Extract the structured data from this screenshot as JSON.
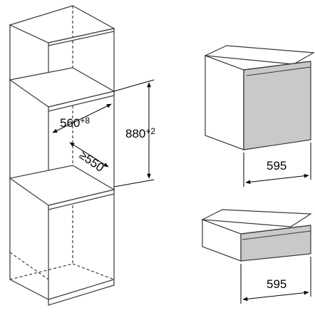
{
  "diagram": {
    "dimensions": {
      "niche_width_main": "560",
      "niche_width_tol": "+8",
      "niche_depth": "550",
      "niche_depth_prefix": "≥",
      "niche_height_main": "880",
      "niche_height_tol": "+2",
      "oven_width": "595",
      "drawer_width": "595"
    },
    "colors": {
      "line": "#3a3a3a",
      "panel": "#c9c9c9",
      "ink": "#000000"
    }
  }
}
